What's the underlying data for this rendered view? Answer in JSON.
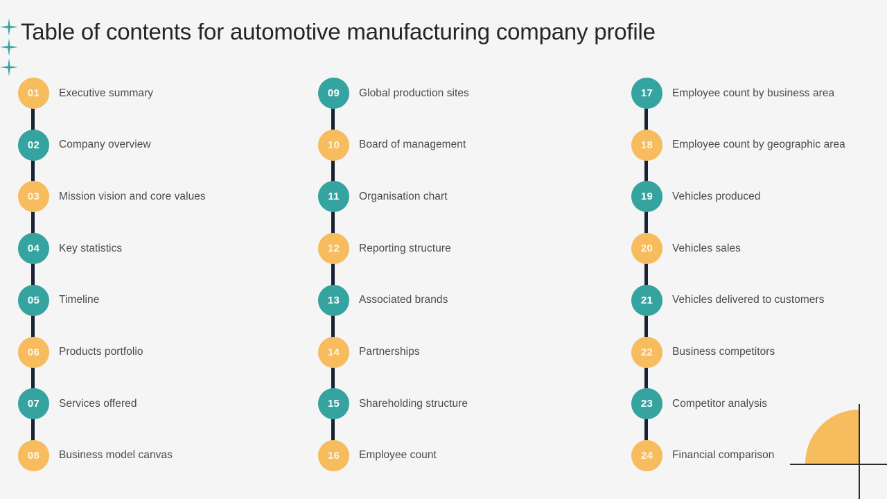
{
  "page": {
    "title": "Table of contents for automotive manufacturing company profile",
    "background_color": "#f5f5f5"
  },
  "theme": {
    "yellow": "#f6bc5e",
    "teal": "#35a3a0",
    "rail": "#1a2332",
    "label_text": "#4a4a4a",
    "title_text": "#252525"
  },
  "decorations": {
    "sparkle_icon": "sparkle-icon",
    "sparkle_color": "#35a3a0",
    "sparkle_count": 3,
    "corner_quarter_circle_color": "#f6bc5e",
    "corner_line_color": "#2b2b2b"
  },
  "columns": [
    {
      "items": [
        {
          "number": "01",
          "label": "Executive summary",
          "color": "yellow"
        },
        {
          "number": "02",
          "label": "Company overview",
          "color": "teal"
        },
        {
          "number": "03",
          "label": "Mission vision and core values",
          "color": "yellow"
        },
        {
          "number": "04",
          "label": "Key statistics",
          "color": "teal"
        },
        {
          "number": "05",
          "label": "Timeline",
          "color": "teal"
        },
        {
          "number": "06",
          "label": "Products portfolio",
          "color": "yellow"
        },
        {
          "number": "07",
          "label": "Services offered",
          "color": "teal"
        },
        {
          "number": "08",
          "label": "Business model canvas",
          "color": "yellow"
        }
      ]
    },
    {
      "items": [
        {
          "number": "09",
          "label": "Global production sites",
          "color": "teal"
        },
        {
          "number": "10",
          "label": "Board of management",
          "color": "yellow"
        },
        {
          "number": "11",
          "label": "Organisation chart",
          "color": "teal"
        },
        {
          "number": "12",
          "label": "Reporting structure",
          "color": "yellow"
        },
        {
          "number": "13",
          "label": "Associated brands",
          "color": "teal"
        },
        {
          "number": "14",
          "label": "Partnerships",
          "color": "yellow"
        },
        {
          "number": "15",
          "label": "Shareholding structure",
          "color": "teal"
        },
        {
          "number": "16",
          "label": "Employee count",
          "color": "yellow"
        }
      ]
    },
    {
      "items": [
        {
          "number": "17",
          "label": "Employee count by business area",
          "color": "teal"
        },
        {
          "number": "18",
          "label": "Employee count by geographic area",
          "color": "yellow"
        },
        {
          "number": "19",
          "label": "Vehicles produced",
          "color": "teal"
        },
        {
          "number": "20",
          "label": "Vehicles sales",
          "color": "yellow"
        },
        {
          "number": "21",
          "label": "Vehicles delivered to customers",
          "color": "teal"
        },
        {
          "number": "22",
          "label": "Business competitors",
          "color": "yellow"
        },
        {
          "number": "23",
          "label": "Competitor analysis",
          "color": "teal"
        },
        {
          "number": "24",
          "label": "Financial comparison",
          "color": "yellow"
        }
      ]
    }
  ]
}
